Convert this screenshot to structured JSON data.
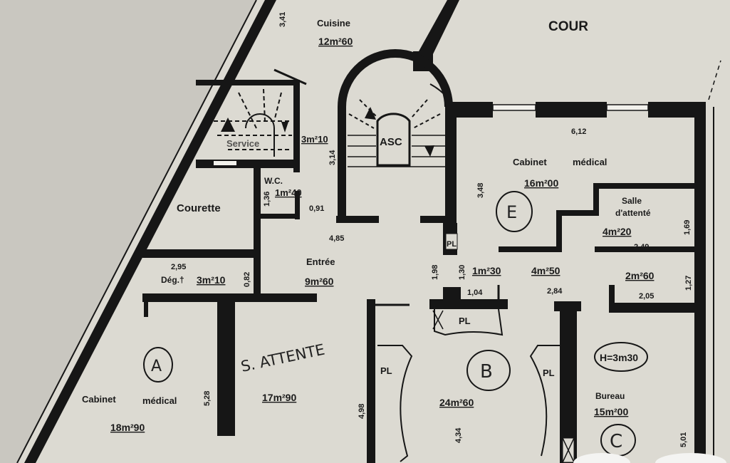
{
  "rooms": {
    "cuisine": {
      "name": "Cuisine",
      "area": "12m²60"
    },
    "cour": {
      "name": "COUR"
    },
    "service": {
      "name": "Service",
      "area": "3m²10"
    },
    "asc": {
      "name": "ASC"
    },
    "wc": {
      "name": "W.C.",
      "area": "1m²40"
    },
    "courette": {
      "name": "Courette"
    },
    "cabinet_e": {
      "name_1": "Cabinet",
      "name_2": "médical",
      "area": "16m²00",
      "letter": "E"
    },
    "salle_attente": {
      "name_1": "Salle",
      "name_2": "d'attenté",
      "area": "4m²20"
    },
    "entree": {
      "name": "Entrée",
      "area": "9m²60"
    },
    "deg": {
      "name": "Dég.†",
      "area": "3m²10"
    },
    "small_1": {
      "area": "1m²30"
    },
    "hall": {
      "area": "4m²50"
    },
    "small_2": {
      "area": "2m²60"
    },
    "cabinet_a": {
      "name_1": "Cabinet",
      "name_2": "médical",
      "area": "18m²90",
      "letter": "A"
    },
    "attente": {
      "name": "S. ATTENTE",
      "area": "17m²90"
    },
    "room_b": {
      "area": "24m²60",
      "letter": "B"
    },
    "bureau": {
      "name": "Bureau",
      "area": "15m²00",
      "letter": "C",
      "height": "H=3m30"
    }
  },
  "pl": [
    "PL",
    "PL",
    "PL",
    "PL"
  ],
  "dimensions": {
    "d341": "3,41",
    "d314": "3,14",
    "d136": "1,36",
    "d091": "0,91",
    "d485": "4,85",
    "d348": "3,48",
    "d612": "6,12",
    "d169": "1,69",
    "d249": "2,49",
    "d295": "2,95",
    "d082": "0,82",
    "d198": "1,98",
    "d130": "1,30",
    "d104": "1,04",
    "d284": "2,84",
    "d127": "1,27",
    "d205": "2,05",
    "d528": "5,28",
    "d498": "4,98",
    "d434": "4,34",
    "d501": "5,01"
  }
}
